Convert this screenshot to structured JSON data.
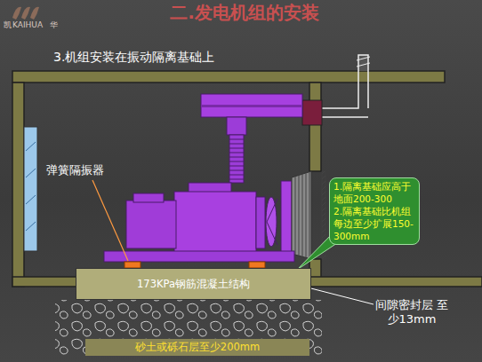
{
  "diagram": {
    "title": "二.发电机组的安装",
    "nodes": [
      {
        "text": [
          "1.隔离基础应高于地面200-300",
          "2.隔离基础比机组每边至少扩展150-300mm"
        ]
      },
      {
        "text": [
          "173KPa钢筋混凝土结构"
        ]
      },
      {
        "text": [
          "砂土或砾石层至少200mm"
        ]
      }
    ],
    "labels": [
      "凯",
      "KAIHUA",
      "华",
      "3.机组安装在振动隔离基础上",
      "弹簧隔振器",
      "间隙密封层 至少13mm"
    ]
  }
}
